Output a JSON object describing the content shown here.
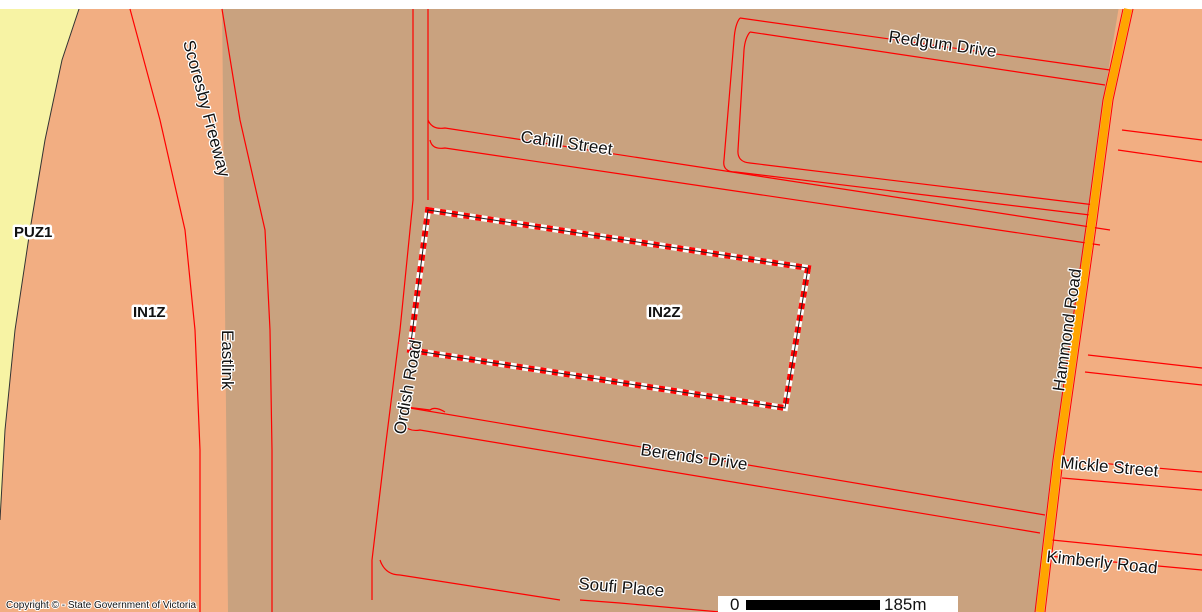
{
  "map": {
    "colors": {
      "puz1_fill": "#f7f3a4",
      "in1z_fill": "#f2ae82",
      "in2z_fill": "#c9a27f",
      "residential_fill": "#f2ae82",
      "boundary_line": "#ff0000",
      "arterial_road": "#ffa500",
      "site_outline": "#ff0000"
    },
    "zones": {
      "puz1": "PUZ1",
      "in1z": "IN1Z",
      "in2z": "IN2Z"
    },
    "streets": {
      "scoresby_freeway": "Scoresby Freeway",
      "eastlink": "Eastlink",
      "ordish_road": "Ordish Road",
      "cahill_street": "Cahill Street",
      "redgum_drive": "Redgum Drive",
      "berends_drive": "Berends Drive",
      "hammond_road": "Hammond Road",
      "mickle_street": "Mickle Street",
      "kimberly_road": "Kimberly Road",
      "soufi_place": "Soufi Place"
    },
    "copyright": "Copyright © - State Government of Victoria",
    "scale": {
      "start_label": "0",
      "end_label": "185m"
    }
  }
}
